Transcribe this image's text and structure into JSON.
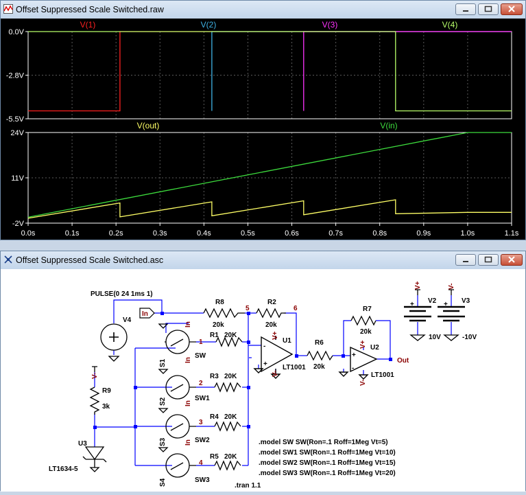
{
  "plot_window": {
    "title": "Offset Suppressed Scale Switched.raw",
    "icon": "waveform-viewer-icon"
  },
  "schematic_window": {
    "title": "Offset Suppressed Scale Switched.asc",
    "icon": "schematic-editor-icon"
  },
  "window_buttons": {
    "minimize": "minimize-icon",
    "maximize": "maximize-icon",
    "close": "close-icon"
  },
  "colors": {
    "plot_bg": "#000000",
    "grid": "#5a5a5a",
    "axis_text": "#ffffff",
    "v1": "#ff2020",
    "v2": "#3fb3e6",
    "v3": "#ff33ff",
    "v4": "#b8ff6a",
    "vout": "#ffff66",
    "vin": "#3ddc3d",
    "wire": "#0000ff",
    "component": "#000000",
    "netlabel": "#8b0000"
  },
  "chart_data": [
    {
      "type": "line",
      "xlim": [
        0,
        1.1
      ],
      "ylim": [
        -5.5,
        0
      ],
      "grid": true,
      "y_ticks": [
        "0.0V",
        "-2.8V",
        "-5.5V"
      ],
      "series": [
        {
          "name": "V(1)",
          "x": [
            0,
            0.209,
            0.209,
            1.1
          ],
          "y": [
            -5.0,
            -5.0,
            0,
            0
          ]
        },
        {
          "name": "V(2)",
          "x": [
            0.418,
            0.418,
            1.1
          ],
          "y": [
            -5.0,
            0,
            0
          ]
        },
        {
          "name": "V(3)",
          "x": [
            0.627,
            0.627,
            1.1
          ],
          "y": [
            -5.0,
            0,
            0
          ]
        },
        {
          "name": "V(4)",
          "x": [
            0,
            0.836,
            0.836,
            1.1
          ],
          "y": [
            0,
            0,
            -5.0,
            -5.0
          ]
        }
      ]
    },
    {
      "type": "line",
      "xlim": [
        0,
        1.1
      ],
      "ylim": [
        -2,
        24
      ],
      "grid": true,
      "y_ticks": [
        "24V",
        "11V",
        "-2V"
      ],
      "x_ticks": [
        "0.0s",
        "0.1s",
        "0.2s",
        "0.3s",
        "0.4s",
        "0.5s",
        "0.6s",
        "0.7s",
        "0.8s",
        "0.9s",
        "1.0s",
        "1.1s"
      ],
      "series": [
        {
          "name": "V(out)",
          "x": [
            0,
            0.209,
            0.209,
            0.418,
            0.418,
            0.627,
            0.627,
            0.836,
            0.836,
            1.0,
            1.1
          ],
          "y": [
            -0.6,
            3.8,
            -0.2,
            4.1,
            0.1,
            4.4,
            0.4,
            4.7,
            0.7,
            1.1,
            1.1
          ]
        },
        {
          "name": "V(in)",
          "x": [
            0,
            1.0,
            1.1
          ],
          "y": [
            -0.3,
            24,
            24
          ]
        }
      ]
    }
  ],
  "schematic": {
    "pulse_label": "PULSE(0 24 1ms 1)",
    "in_label": "In",
    "out_label": "Out",
    "vplus": "V+",
    "vminus": "V-",
    "v4": "V4",
    "v2": "V2",
    "v3": "V3",
    "v2_value": "10V",
    "v3_value": "-10V",
    "r8": "R8",
    "r8_value": "20k",
    "r2": "R2",
    "r2_value": "20k",
    "r1": "R1",
    "r1_value": "20K",
    "r3": "R3",
    "r3_value": "20K",
    "r4": "R4",
    "r4_value": "20K",
    "r5": "R5",
    "r5_value": "20K",
    "r6": "R6",
    "r6_value": "20k",
    "r7": "R7",
    "r7_value": "20k",
    "r9": "R9",
    "r9_value": "3k",
    "u1": "U1",
    "u1_part": "LT1001",
    "u2": "U2",
    "u2_part": "LT1001",
    "u3": "U3",
    "u3_part": "LT1634-5",
    "s1": "S1",
    "s2": "S2",
    "s3": "S3",
    "s4": "S4",
    "sw": "SW",
    "sw1": "SW1",
    "sw2": "SW2",
    "sw3": "SW3",
    "node5": "5",
    "node6": "6",
    "node1": "1",
    "node2": "2",
    "node3": "3",
    "node4": "4",
    "plus": "+",
    "minus": "-",
    "directives": [
      ".model SW SW(Ron=.1 Roff=1Meg Vt=5)",
      ".model SW1 SW(Ron=.1 Roff=1Meg Vt=10)",
      ".model SW2 SW(Ron=.1 Roff=1Meg Vt=15)",
      ".model SW3 SW(Ron=.1 Roff=1Meg Vt=20)"
    ],
    "tran": ".tran 1.1"
  }
}
